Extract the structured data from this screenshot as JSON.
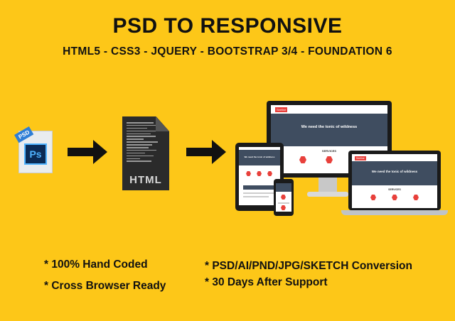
{
  "header": {
    "title": "PSD TO RESPONSIVE",
    "subtitle": "HTML5 - CSS3 - JQUERY - BOOTSTRAP 3/4 - FOUNDATION 6"
  },
  "icons": {
    "psd_badge": "PSD",
    "ps_logo": "Ps",
    "html_label": "HTML"
  },
  "mockup": {
    "logo_text": "Seeline",
    "hero_text": "We need the tonic of wildness",
    "services_label": "SERVICES"
  },
  "features": {
    "left": [
      "* 100% Hand Coded",
      "* Cross Browser Ready"
    ],
    "right": [
      "* PSD/AI/PND/JPG/SKETCH Conversion",
      "* 30 Days After Support"
    ]
  },
  "colors": {
    "background": "#FDC718",
    "accent_red": "#E8403B",
    "text": "#111111"
  }
}
